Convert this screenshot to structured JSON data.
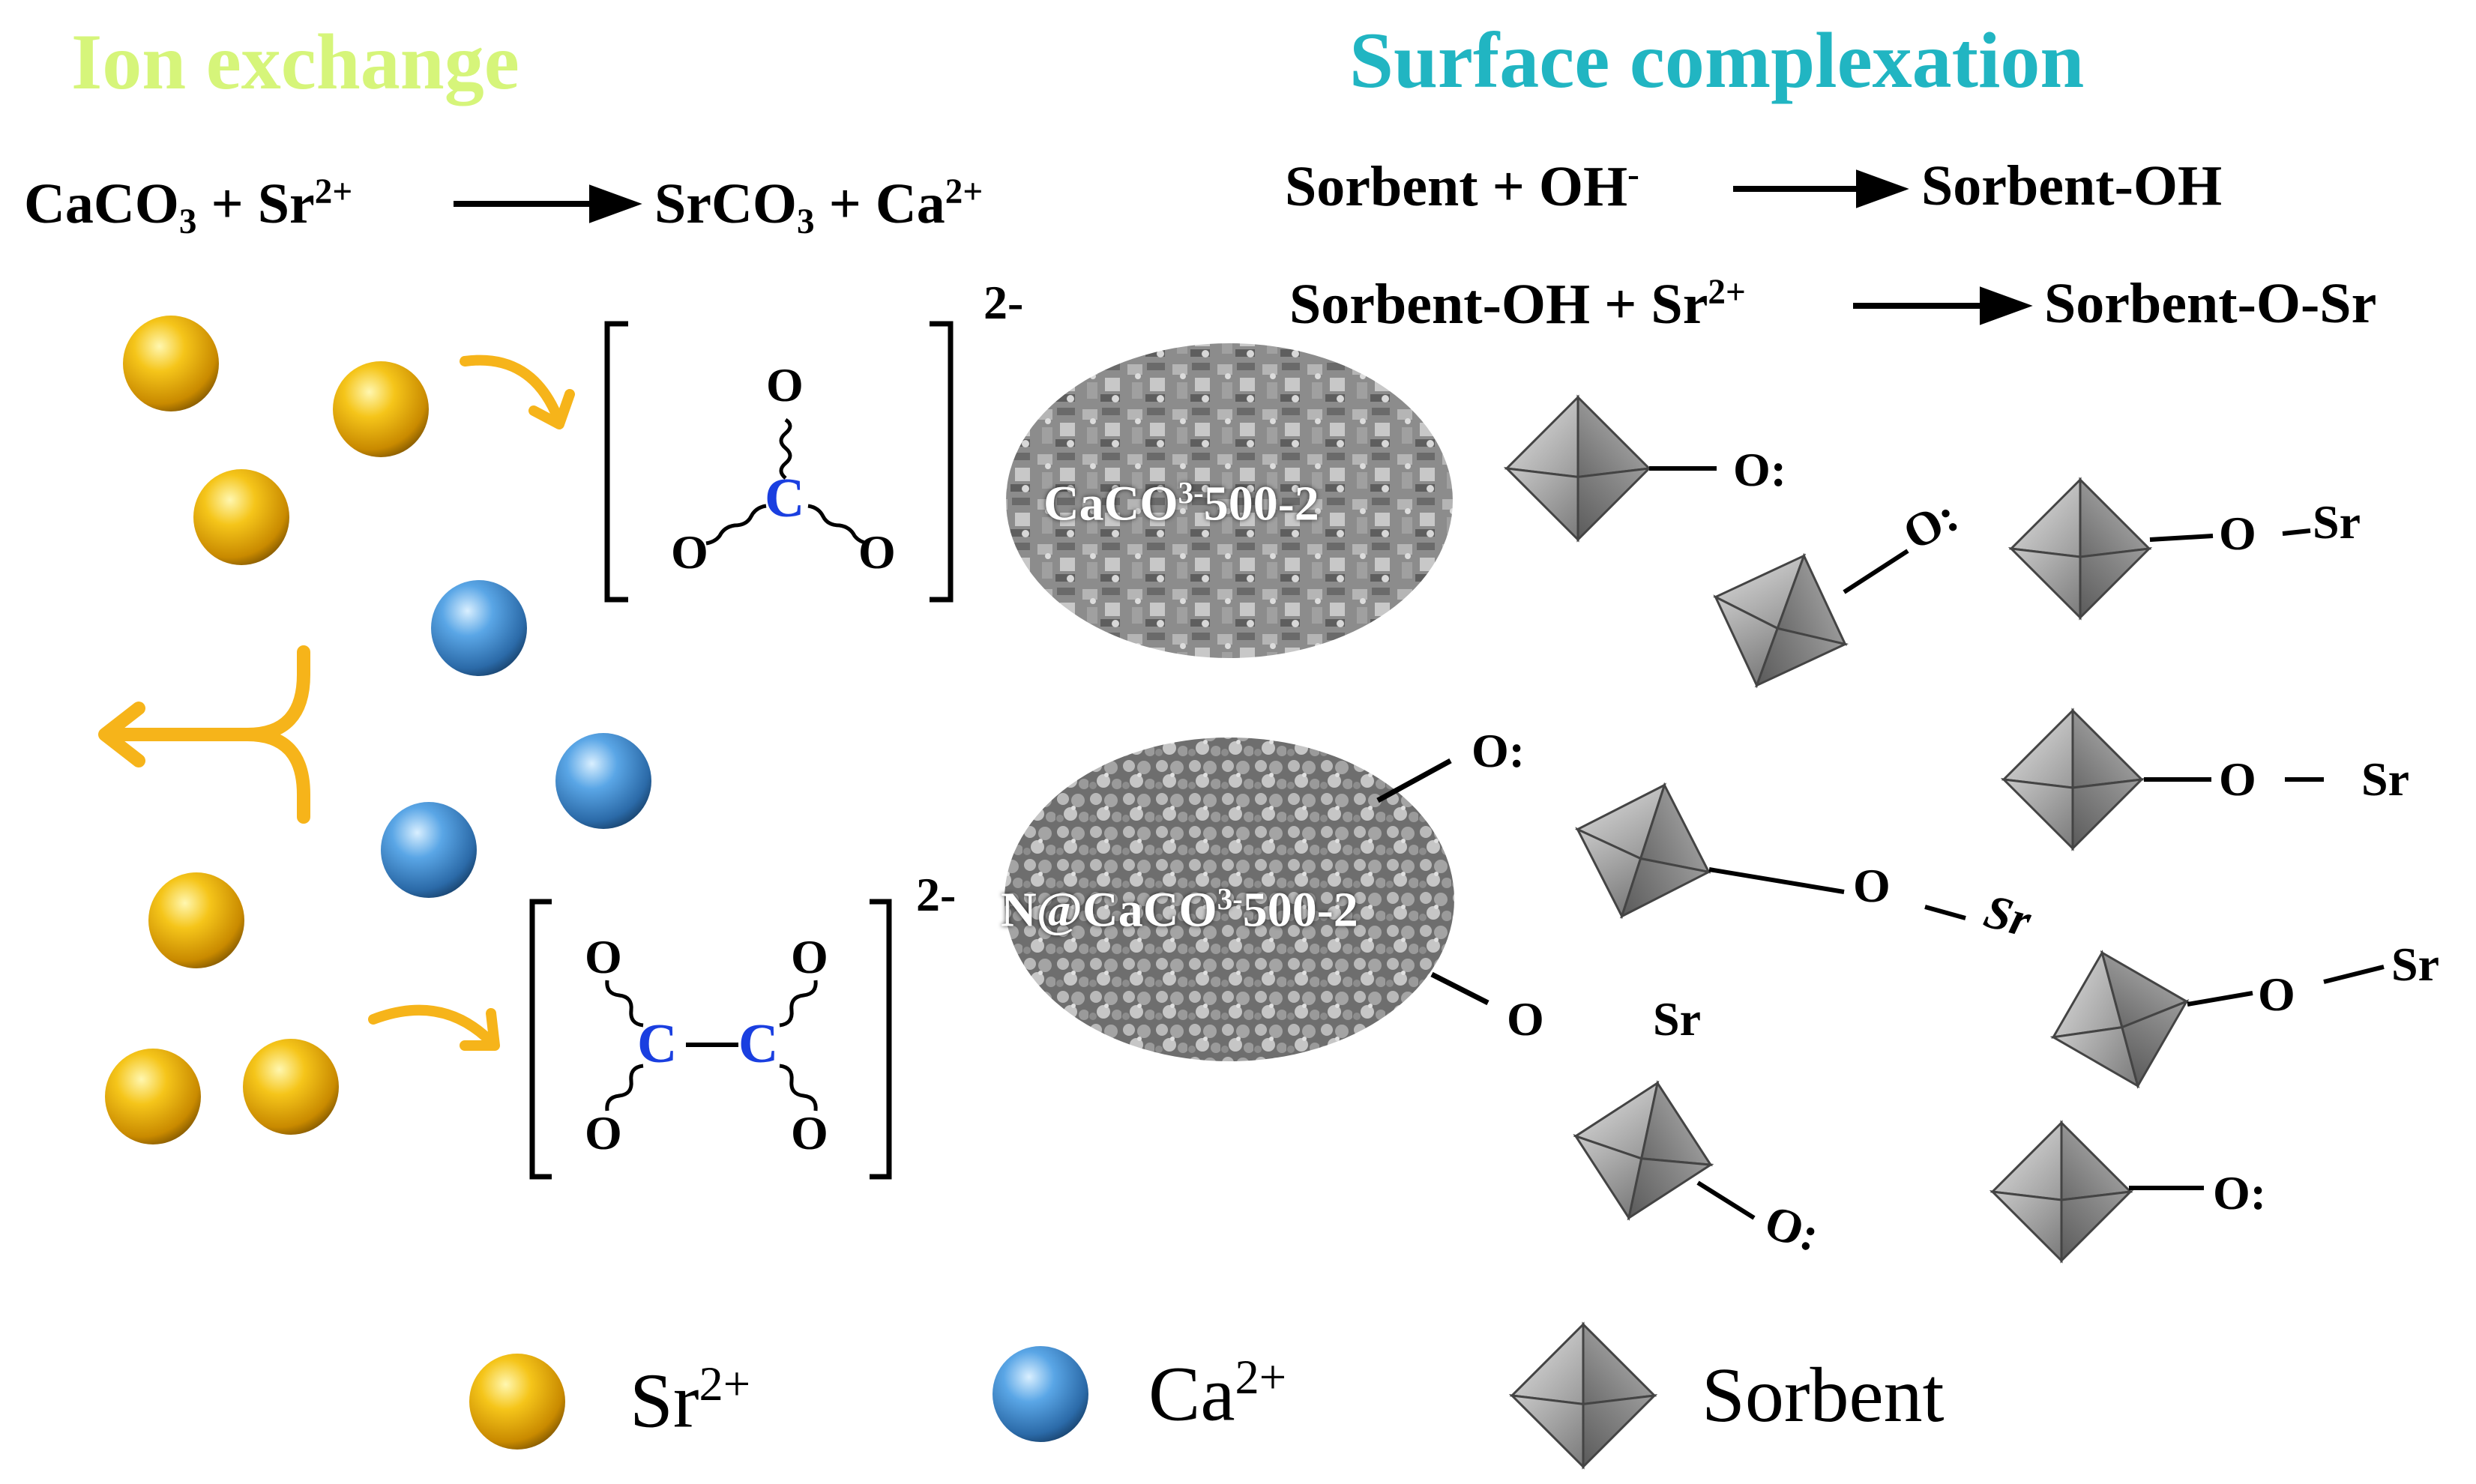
{
  "sections": {
    "ion_exchange": {
      "title": "Ion exchange",
      "color": "#d6f57a"
    },
    "surface_complexation": {
      "title": "Surface complexation",
      "color": "#21b5c2"
    }
  },
  "equations": {
    "ion": {
      "left": "CaCO3 + Sr2+",
      "right": "SrCO3 + Ca2+"
    },
    "surface1": {
      "left": "Sorbent + OH-",
      "right": "Sorbent-OH"
    },
    "surface2": {
      "left": "Sorbent-OH + Sr2+",
      "right": "Sorbent-O-Sr"
    }
  },
  "carbonate_complexes": {
    "charge": "2-",
    "carbon": "C",
    "oxygen": "O",
    "carbon_color": "#1a3fe0"
  },
  "sem_images": {
    "top": "CaCO3-500-2",
    "bottom": "N@CaCO3-500-2"
  },
  "site_labels": {
    "free_site": "O:",
    "bound_oxygen": "O",
    "bound_metal": "Sr",
    "bound_metal_italic": "Sr"
  },
  "legend": {
    "sr": "Sr2+",
    "ca": "Ca2+",
    "sorbent": "Sorbent"
  },
  "colors": {
    "sr_sphere": "#f2b400",
    "ca_sphere": "#3f8bd0",
    "arrow_orange": "#f6b41a",
    "sorbent_gray": "#8a8a8a"
  }
}
